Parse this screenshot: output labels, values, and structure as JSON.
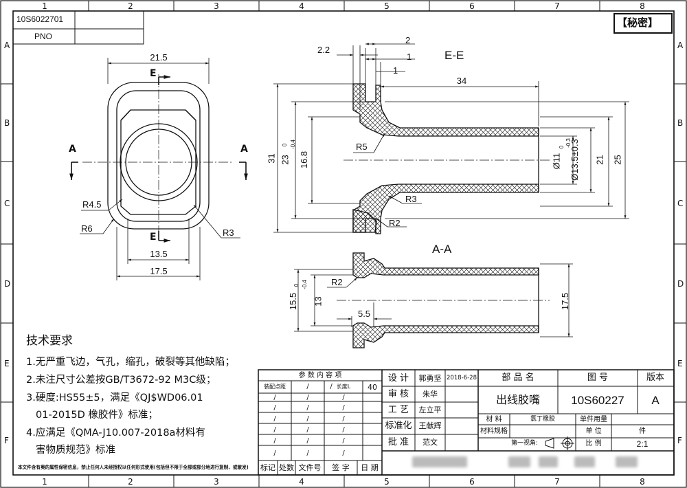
{
  "drawing_number_box": {
    "number": "10S6022701",
    "label": "PNO"
  },
  "secret_stamp": "【秘密】",
  "grid": {
    "columns": [
      "1",
      "2",
      "3",
      "4",
      "5",
      "6",
      "7",
      "8"
    ],
    "rows": [
      "A",
      "B",
      "C",
      "D",
      "E",
      "F"
    ]
  },
  "front_view": {
    "dims": {
      "width_outer": "21.5",
      "r45": "R4.5",
      "r6": "R6",
      "r3": "R3",
      "w135": "13.5",
      "w175": "17.5"
    },
    "section_labels": {
      "e_top": "E",
      "e_bottom": "E",
      "a_left": "A",
      "a_right": "A"
    }
  },
  "section_ee": {
    "title": "E-E",
    "dims": {
      "d22": "2.2",
      "d2": "2",
      "d1a": "1",
      "d1b": "1",
      "d34": "34",
      "d31": "31",
      "d23": "23",
      "d23_tol_up": "0",
      "d23_tol_dn": "-0.4",
      "d168": "16.8",
      "r5": "R5",
      "r3": "R3",
      "r2": "R2",
      "d11": "Ø11",
      "d11_tol_up": "0",
      "d11_tol_dn": "-0.3",
      "d135": "Ø13.5±0.3",
      "d21": "21",
      "d25": "25"
    }
  },
  "section_aa": {
    "title": "A-A",
    "dims": {
      "r2": "R2",
      "d155": "15.5",
      "d155_tol_up": "0",
      "d155_tol_dn": "-0.4",
      "d13": "13",
      "d55": "5.5",
      "d175": "17.5"
    }
  },
  "tech_requirements": {
    "title": "技术要求",
    "items": [
      "1.无严重飞边，气孔，缩孔，破裂等其他缺陷；",
      "2.未注尺寸公差按GB/T3672-92 M3C级；",
      "3.硬度:HS55±5，满足《QJ$WD06.01",
      "01-2015D 橡胶件》标准；",
      "4.应满足《QMA-J10.007-2018a材料有",
      "害物质规范》标准"
    ]
  },
  "footer_note": "本文件含有奥的属性保密信息，禁止任何人未经授权以任何形式使用(包括但不限于全部或部分地进行复制、或散发)",
  "ref_table": {
    "title": "参 数 内 容 项",
    "headers": [
      "装配点距",
      "/",
      "/",
      "长度L",
      "40"
    ],
    "blank_cell": "/"
  },
  "title_block": {
    "signatures": [
      {
        "role": "设 计",
        "name": "郭勇坚",
        "date": "2018-6-28"
      },
      {
        "role": "审 核",
        "name": "朱华",
        "date": ""
      },
      {
        "role": "工 艺",
        "name": "左立平",
        "date": ""
      },
      {
        "role": "标准化",
        "name": "王献辉",
        "date": ""
      },
      {
        "role": "批 准",
        "name": "范文",
        "date": ""
      }
    ],
    "revision_headers": [
      "标记",
      "处数",
      "文件号",
      "签 字",
      "日 期"
    ],
    "part_name_label": "部 品 名",
    "part_name": "出线胶嘴",
    "drawing_no_label": "图 号",
    "drawing_no": "10S60227",
    "version_label": "版本",
    "version": "A",
    "material_label": "材 料",
    "material": "氯丁橡胶",
    "material_spec_label": "材料规格",
    "unit_qty_label": "单件用量",
    "unit_label": "单 位",
    "unit": "件",
    "projection_label": "第一视角:",
    "scale_label": "比 例",
    "scale": "2:1"
  },
  "colors": {
    "line": "#111111",
    "dim": "#222222",
    "hatch": "#333333"
  }
}
